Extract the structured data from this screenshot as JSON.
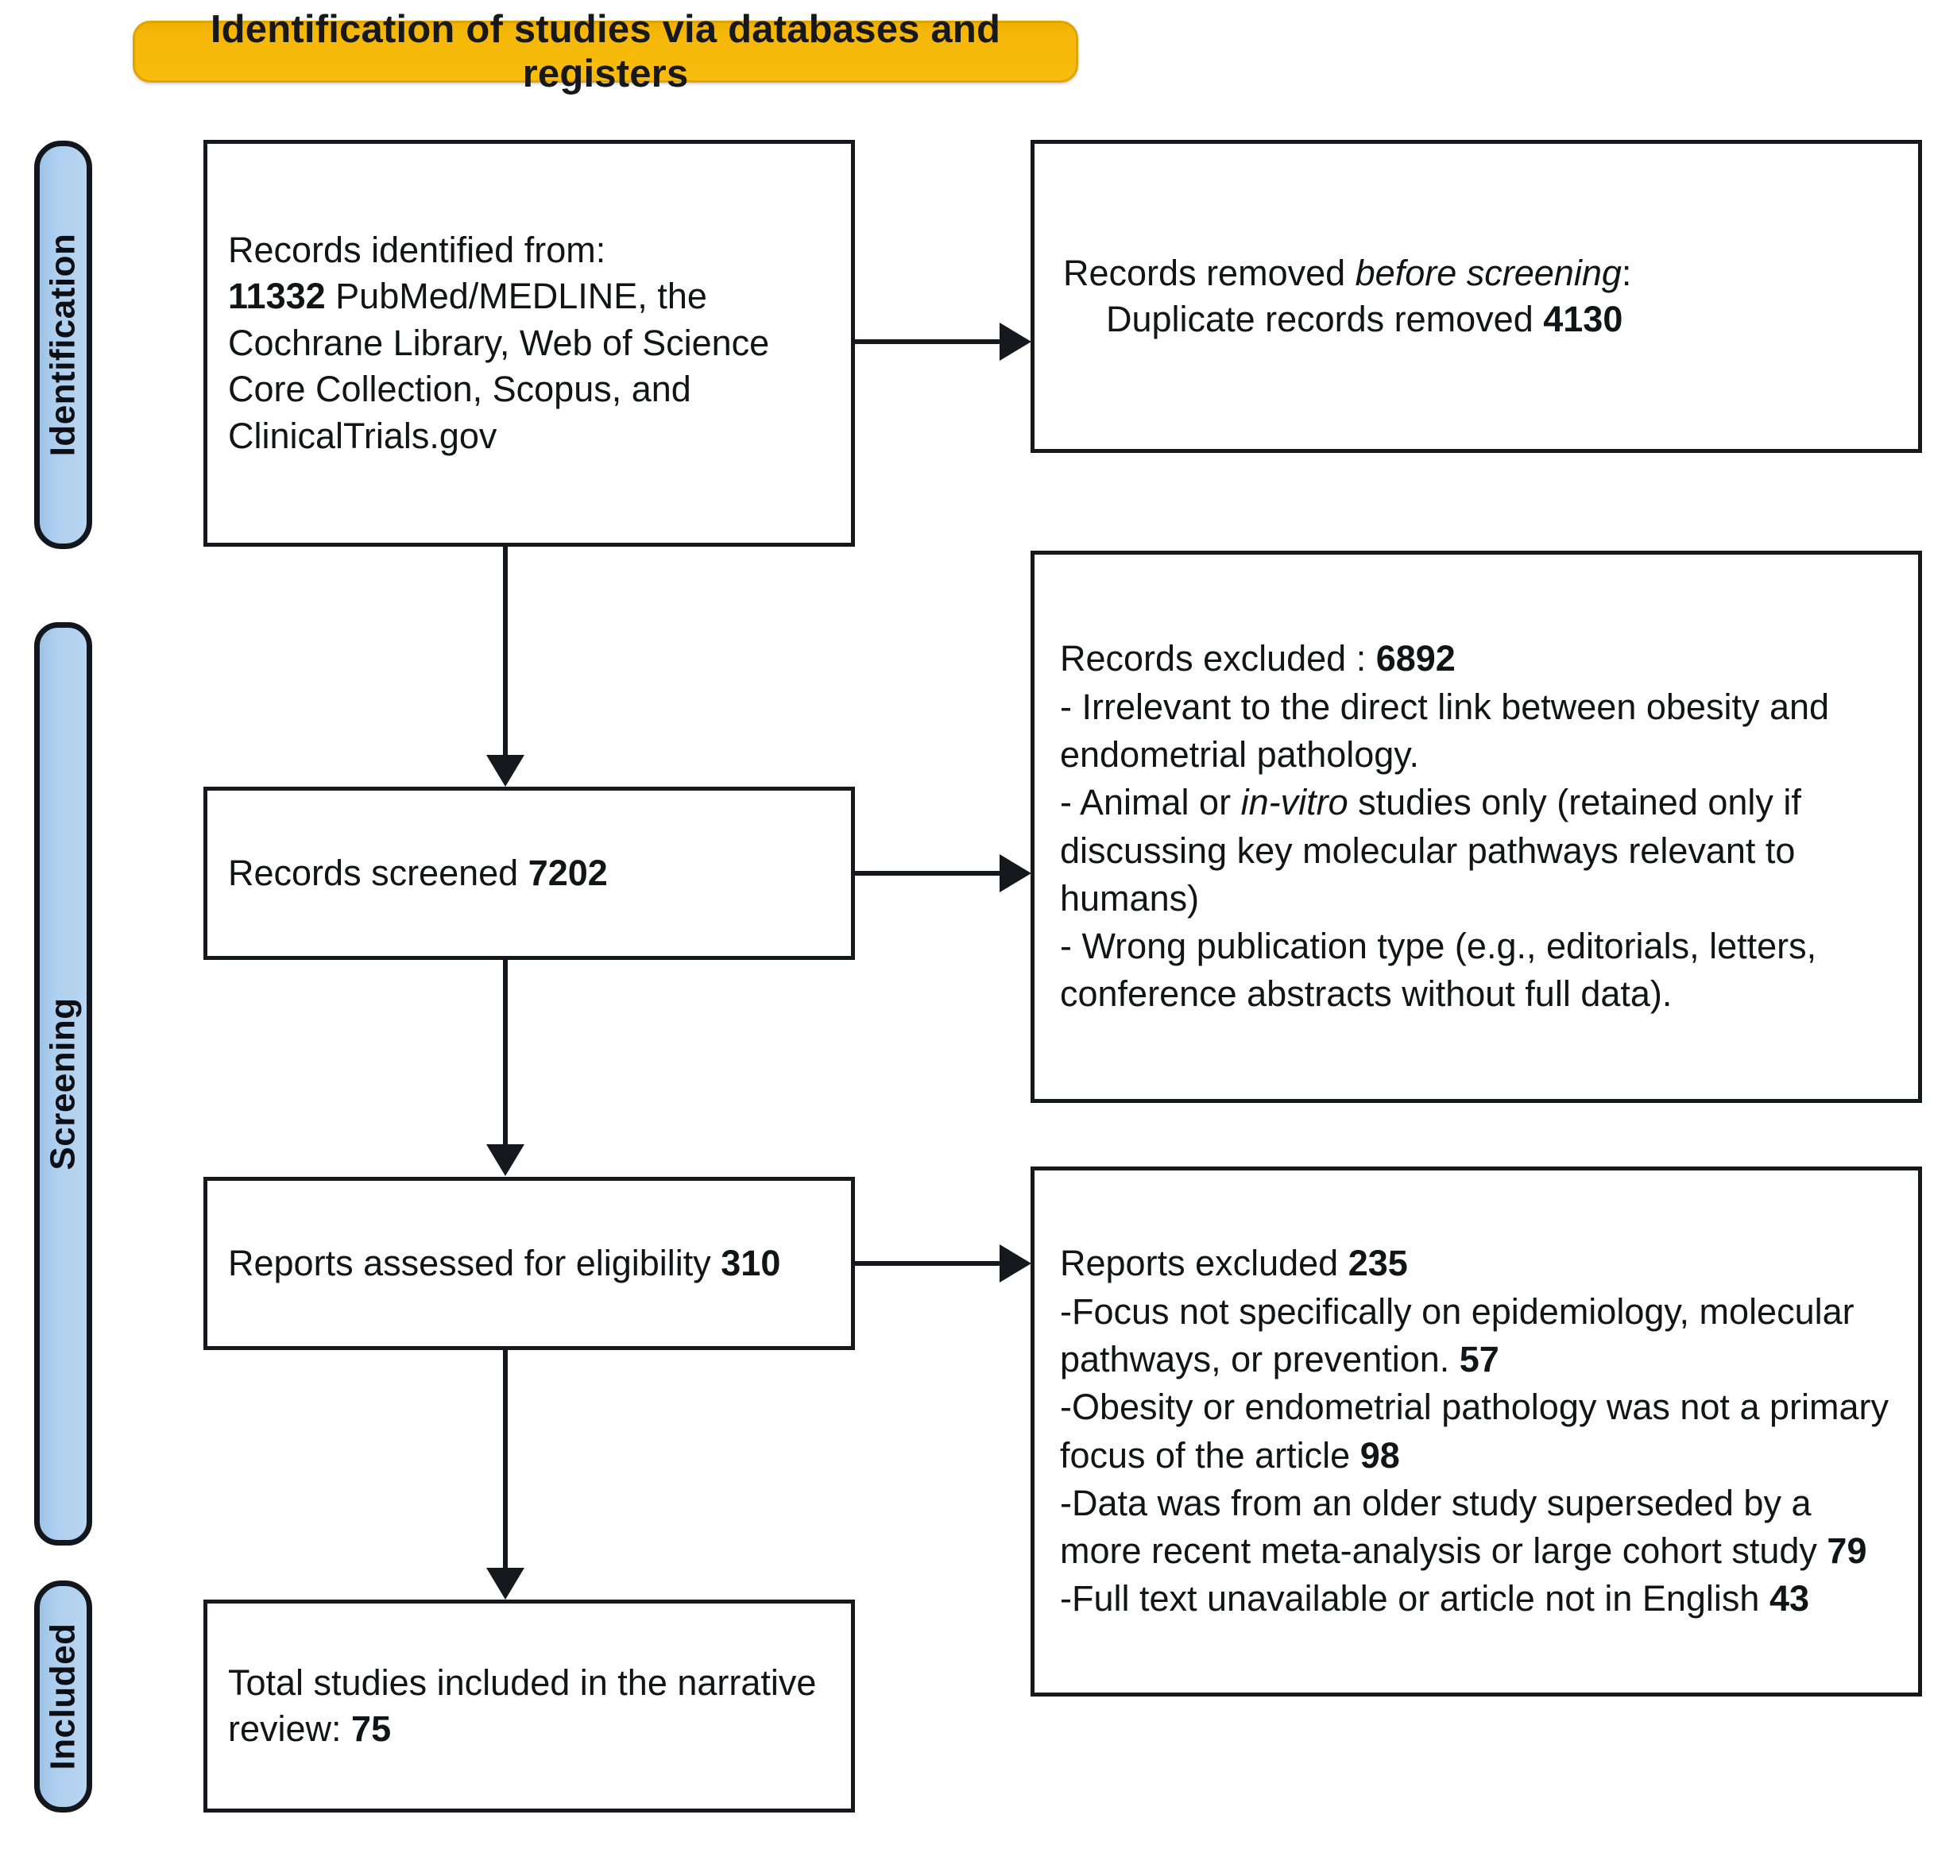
{
  "banner": {
    "title": "Identification of studies via databases and registers"
  },
  "stages": [
    {
      "label": "Identification"
    },
    {
      "label": "Screening"
    },
    {
      "label": "Included"
    }
  ],
  "boxes": {
    "identified": {
      "line1": "Records identified from:",
      "line2_count": "11332",
      "line2_rest": " PubMed/MEDLINE, the Cochrane Library, Web of Science Core Collection, Scopus, and ClinicalTrials.gov"
    },
    "removed_before_screening": {
      "line1_plain": "Records removed ",
      "line1_italic": "before screening",
      "line1_tail": ":",
      "line2_label": "Duplicate records removed ",
      "line2_count": "4130"
    },
    "records_screened": {
      "label": "Records screened ",
      "count": "7202"
    },
    "records_excluded": {
      "heading_label": "Records excluded : ",
      "heading_count": "6892",
      "item1": "- Irrelevant to the direct link between obesity and endometrial pathology.",
      "item2_a": "- Animal or ",
      "item2_italic": "in-vitro",
      "item2_b": " studies only (retained only if discussing key molecular pathways relevant to humans)",
      "item3": "- Wrong publication type (e.g., editorials, letters, conference abstracts without full data)."
    },
    "reports_assessed": {
      "label": "Reports assessed for eligibility ",
      "count": "310"
    },
    "reports_excluded": {
      "heading_label": "Reports excluded ",
      "heading_count": "235",
      "item1_text": "-Focus not specifically on epidemiology, molecular pathways, or prevention. ",
      "item1_count": "57",
      "item2_text": "-Obesity or endometrial pathology was not a primary focus of the article ",
      "item2_count": "98",
      "item3_text": "-Data was from an older study superseded by a more recent meta-analysis or large cohort study ",
      "item3_count": "79",
      "item4_text": "-Full text unavailable or article not in English ",
      "item4_count": "43"
    },
    "total_included": {
      "label": "Total studies included in the narrative review: ",
      "count": "75"
    }
  },
  "colors": {
    "banner_fill": "#f5b80a",
    "stage_fill": "#aecfef",
    "box_border": "#15181d",
    "text": "#121418"
  },
  "chart_data": {
    "type": "table",
    "title": "PRISMA 2020 flow diagram",
    "subtitle": "Identification of studies via databases and registers",
    "stages": [
      "Identification",
      "Screening",
      "Included"
    ],
    "nodes": [
      {
        "id": "identified",
        "stage": "Identification",
        "label": "Records identified from databases and registers",
        "value": 11332
      },
      {
        "id": "removed_before_screening",
        "stage": "Identification",
        "label": "Duplicate records removed before screening",
        "value": 4130
      },
      {
        "id": "records_screened",
        "stage": "Screening",
        "label": "Records screened",
        "value": 7202
      },
      {
        "id": "records_excluded",
        "stage": "Screening",
        "label": "Records excluded",
        "value": 6892
      },
      {
        "id": "reports_assessed",
        "stage": "Screening",
        "label": "Reports assessed for eligibility",
        "value": 310
      },
      {
        "id": "reports_excluded",
        "stage": "Screening",
        "label": "Reports excluded",
        "value": 235
      },
      {
        "id": "total_included",
        "stage": "Included",
        "label": "Total studies included in the narrative review",
        "value": 75
      }
    ],
    "exclusion_breakdown": [
      {
        "reason": "Focus not specifically on epidemiology, molecular pathways, or prevention",
        "value": 57
      },
      {
        "reason": "Obesity or endometrial pathology was not a primary focus of the article",
        "value": 98
      },
      {
        "reason": "Data was from an older study superseded by a more recent meta-analysis or large cohort study",
        "value": 79
      },
      {
        "reason": "Full text unavailable or article not in English",
        "value": 43
      }
    ],
    "edges": [
      {
        "from": "identified",
        "to": "removed_before_screening"
      },
      {
        "from": "identified",
        "to": "records_screened"
      },
      {
        "from": "records_screened",
        "to": "records_excluded"
      },
      {
        "from": "records_screened",
        "to": "reports_assessed"
      },
      {
        "from": "reports_assessed",
        "to": "reports_excluded"
      },
      {
        "from": "reports_assessed",
        "to": "total_included"
      }
    ]
  }
}
